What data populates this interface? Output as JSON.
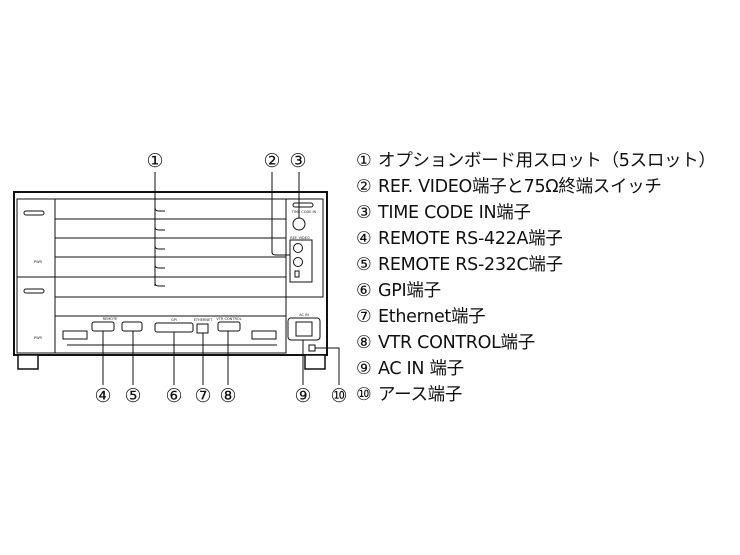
{
  "callouts": [
    "①",
    "②",
    "③",
    "④",
    "⑤",
    "⑥",
    "⑦",
    "⑧",
    "⑨",
    "⑩"
  ],
  "legend": [
    {
      "num": "①",
      "text": "オプションボード用スロット（5スロット）"
    },
    {
      "num": "②",
      "text": "REF. VIDEO端子と75Ω終端スイッチ"
    },
    {
      "num": "③",
      "text": "TIME CODE IN端子"
    },
    {
      "num": "④",
      "text": "REMOTE RS-422A端子"
    },
    {
      "num": "⑤",
      "text": "REMOTE RS-232C端子"
    },
    {
      "num": "⑥",
      "text": "GPI端子"
    },
    {
      "num": "⑦",
      "text": "Ethernet端子"
    },
    {
      "num": "⑧",
      "text": "VTR CONTROL端子"
    },
    {
      "num": "⑨",
      "text": "AC IN 端子"
    },
    {
      "num": "⑩",
      "text": "アース端子"
    }
  ],
  "panel_labels": {
    "remote": "REMOTE",
    "gpi": "GPI",
    "ethernet": "ETHERNET",
    "vtr": "VTR CONTROL",
    "ac_in": "AC IN",
    "time_code": "TIME CODE IN",
    "ref_video": "REF. VIDEO",
    "pwr1": "PWR",
    "pwr2": "PWR"
  }
}
